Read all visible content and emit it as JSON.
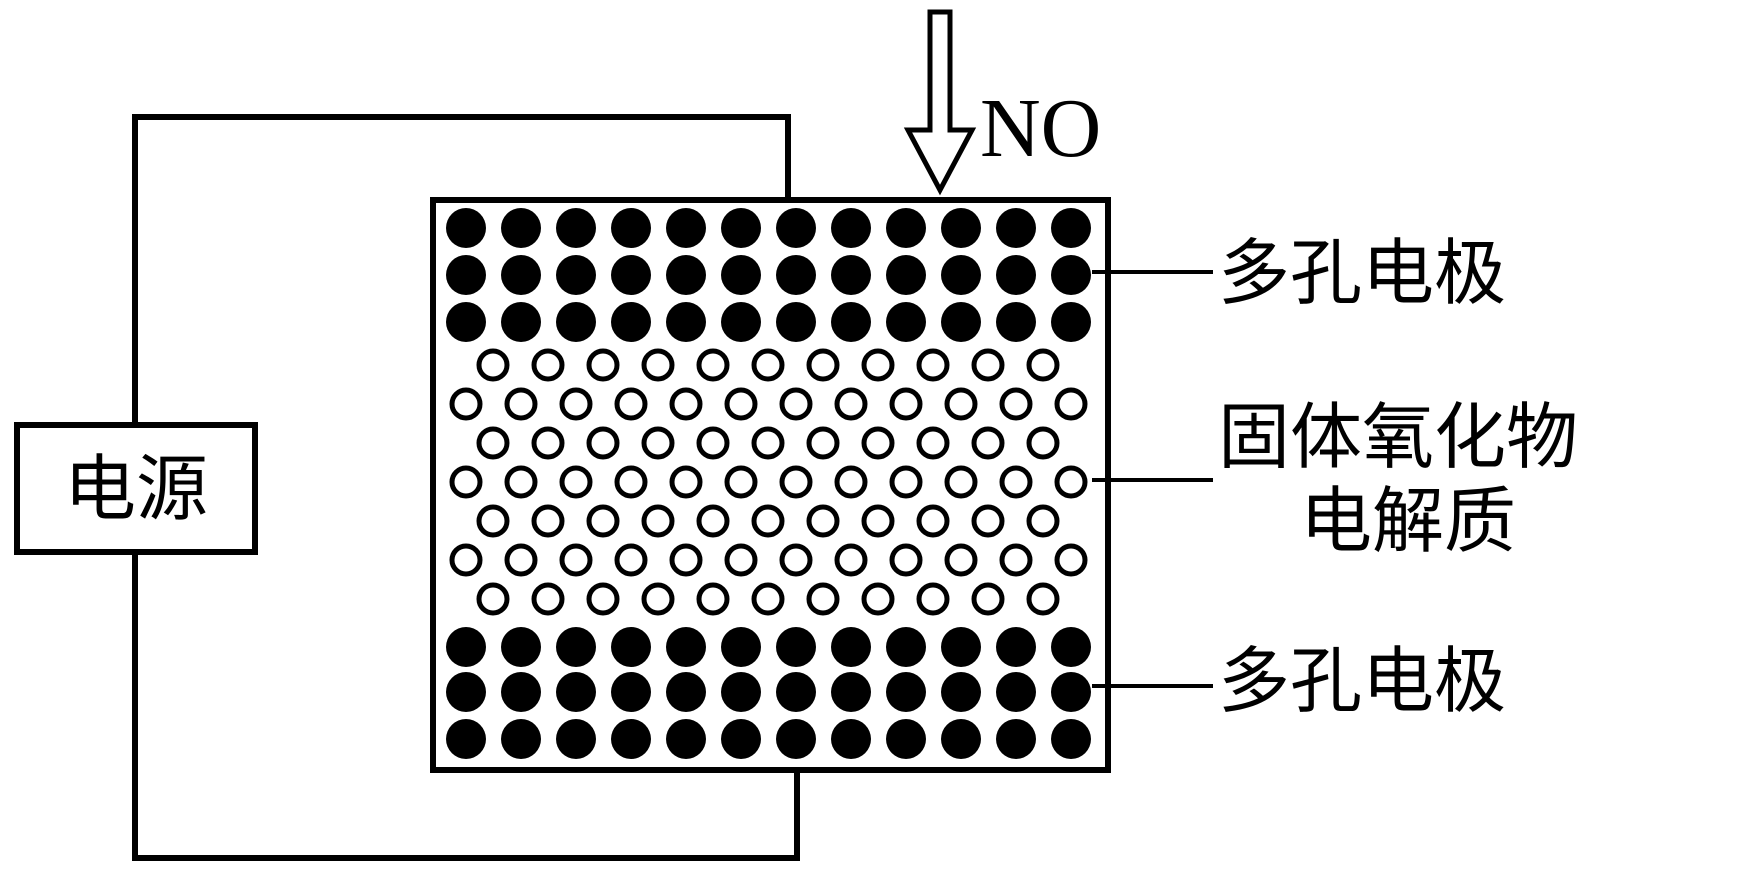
{
  "power_supply": {
    "label": "电源"
  },
  "gas_inlet": {
    "label": "NO"
  },
  "labels": {
    "top_electrode": "多孔电极",
    "electrolyte_line1": "固体氧化物",
    "electrolyte_line2": "电解质",
    "bottom_electrode": "多孔电极"
  },
  "colors": {
    "ink": "#000000",
    "background": "#ffffff"
  },
  "structure": {
    "electrode_rows_per_layer": 3,
    "electrode_pores_per_row": 12,
    "electrolyte_rows": 7,
    "electrolyte_particles_per_row": 12
  }
}
